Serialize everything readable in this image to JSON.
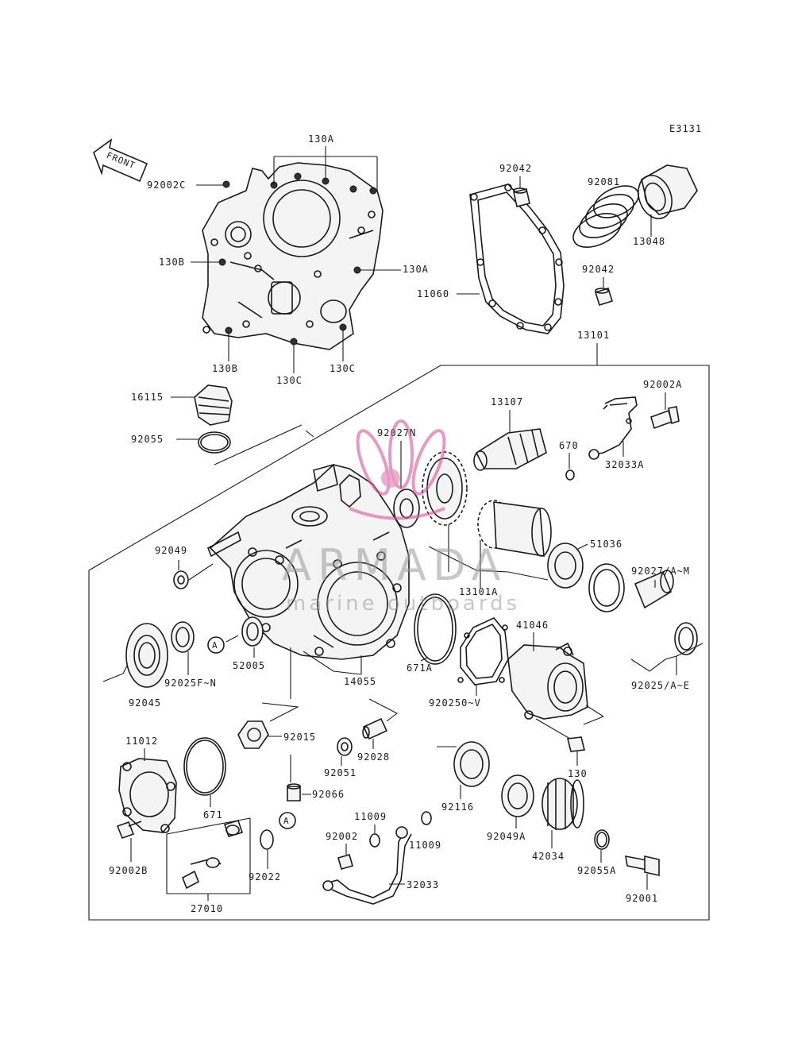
{
  "diagram": {
    "ref_code": "E3131",
    "front_label": "FRONT",
    "circle_ref": "A",
    "parts": {
      "p130A_top": "130A",
      "p130A_right": "130A",
      "p92002C": "92002C",
      "p130B_left": "130B",
      "p130B_bottom": "130B",
      "p130C_mid": "130C",
      "p130C_right": "130C",
      "p92042_top": "92042",
      "p92081": "92081",
      "p13048": "13048",
      "p92042_bot": "92042",
      "p11060": "11060",
      "p13101": "13101",
      "p16115": "16115",
      "p92055": "92055",
      "p92027N": "92027N",
      "p13107": "13107",
      "p92002A": "92002A",
      "p670": "670",
      "p32033A": "32033A",
      "p92049": "92049",
      "p51036": "51036",
      "p92027AM": "92027/A~M",
      "p13101A": "13101A",
      "p41046": "41046",
      "p671A": "671A",
      "p52005": "52005",
      "p14055": "14055",
      "p92025FN": "92025F~N",
      "p92045": "92045",
      "p92025AE": "92025/A~E",
      "p920250V": "920250~V",
      "p92015": "92015",
      "p92028": "92028",
      "p92051": "92051",
      "p130": "130",
      "p11012": "11012",
      "p92066": "92066",
      "p671": "671",
      "p92116": "92116",
      "p11009_a": "11009",
      "p11009_b": "11009",
      "p92002": "92002",
      "p92049A": "92049A",
      "p42034": "42034",
      "p92055A": "92055A",
      "p92022": "92022",
      "p32033": "32033",
      "p92002B": "92002B",
      "p27010": "27010",
      "p92001": "92001"
    },
    "watermark": {
      "brand": "ARMADA",
      "tagline": "marine outboards"
    },
    "colors": {
      "line": "#1a1a1a",
      "watermark_pink": "#d9569b",
      "watermark_gray": "#9a9a9a"
    }
  }
}
